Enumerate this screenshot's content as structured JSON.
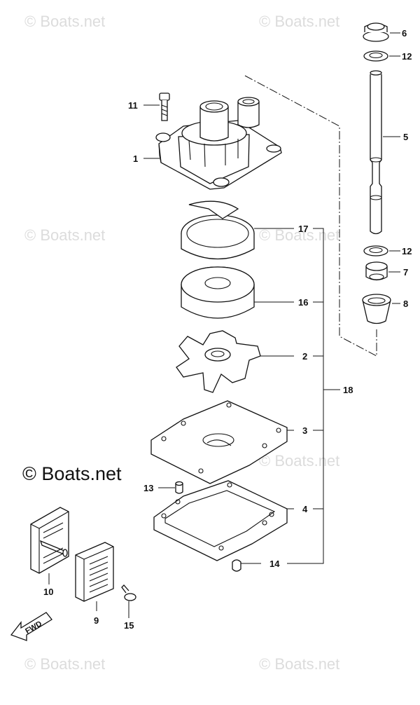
{
  "watermark": "© Boats.net",
  "copyright": "© Boats.net",
  "fwd_label": "FWD",
  "parts": [
    {
      "label": "1"
    },
    {
      "label": "2"
    },
    {
      "label": "3"
    },
    {
      "label": "4"
    },
    {
      "label": "5"
    },
    {
      "label": "6"
    },
    {
      "label": "7"
    },
    {
      "label": "8"
    },
    {
      "label": "9"
    },
    {
      "label": "10"
    },
    {
      "label": "11"
    },
    {
      "label": "12"
    },
    {
      "label": "12"
    },
    {
      "label": "13"
    },
    {
      "label": "14"
    },
    {
      "label": "15"
    },
    {
      "label": "16"
    },
    {
      "label": "17"
    },
    {
      "label": "18"
    }
  ]
}
